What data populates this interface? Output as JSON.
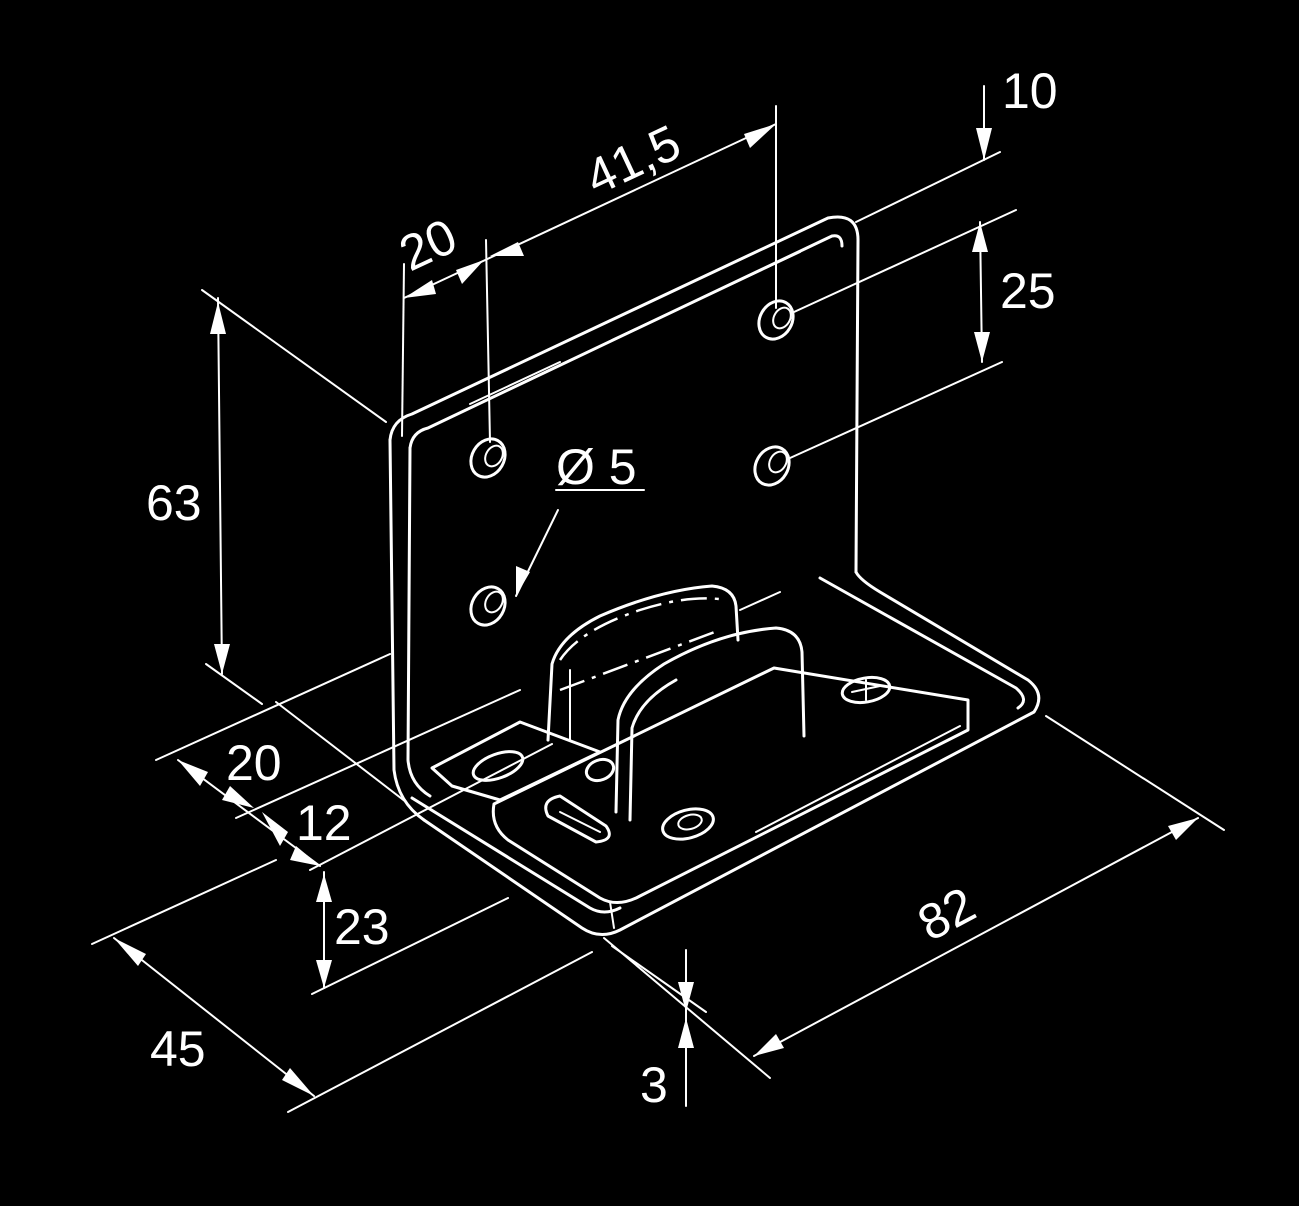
{
  "colors": {
    "background": "#000000",
    "line": "#ffffff"
  },
  "dimensions": {
    "d10": "10",
    "d41_5": "41,5",
    "d20_top": "20",
    "d25": "25",
    "d63": "63",
    "d_hole": "Ø 5",
    "d20_left": "20",
    "d12": "12",
    "d23": "23",
    "d45": "45",
    "d82": "82",
    "d3": "3"
  }
}
